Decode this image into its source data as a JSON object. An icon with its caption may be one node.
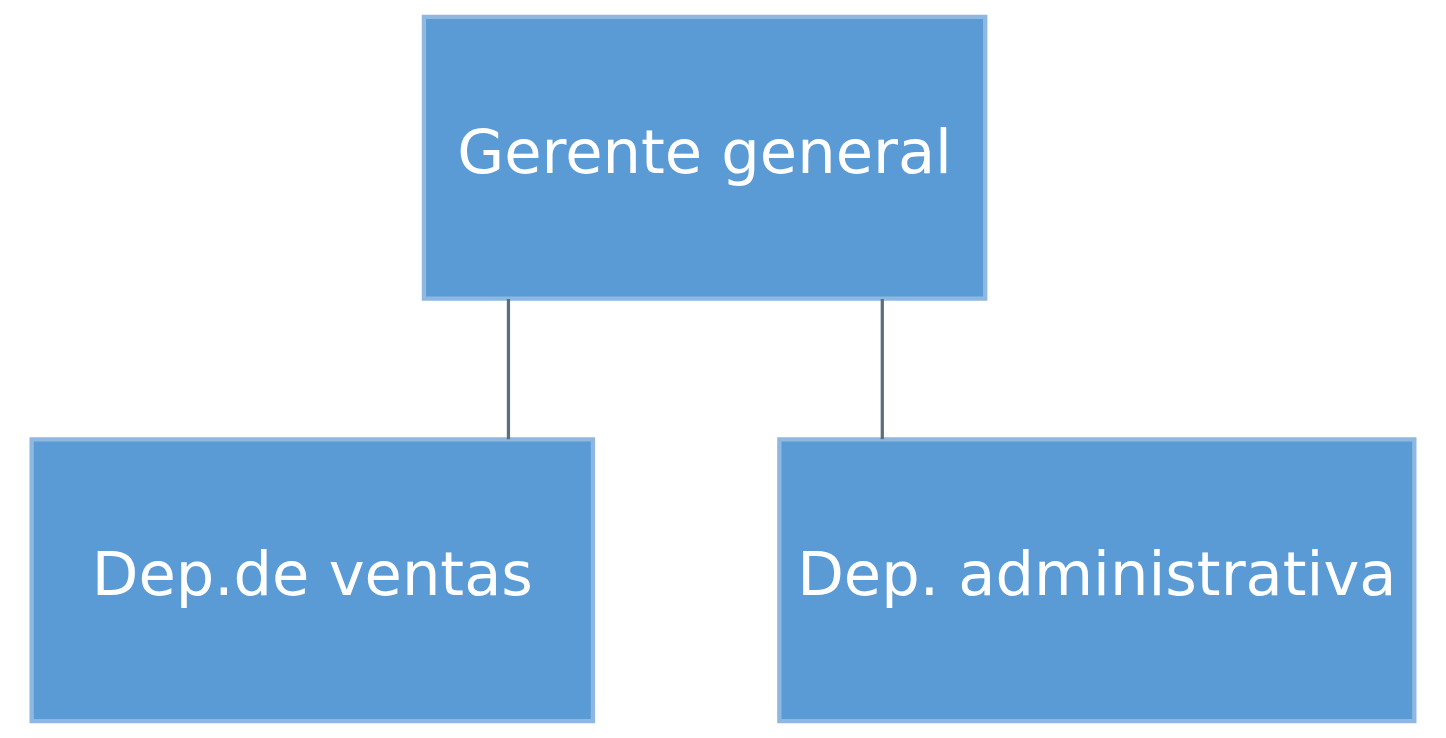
{
  "diagram": {
    "nodes": [
      {
        "text": [
          "Gerente general"
        ]
      },
      {
        "text": [
          "Dep.de ventas"
        ]
      },
      {
        "text": [
          "Dep. administrativa"
        ]
      }
    ],
    "edges": [
      {
        "from": 0,
        "to": 1,
        "arrow": "none"
      },
      {
        "from": 0,
        "to": 2,
        "arrow": "none"
      }
    ]
  }
}
